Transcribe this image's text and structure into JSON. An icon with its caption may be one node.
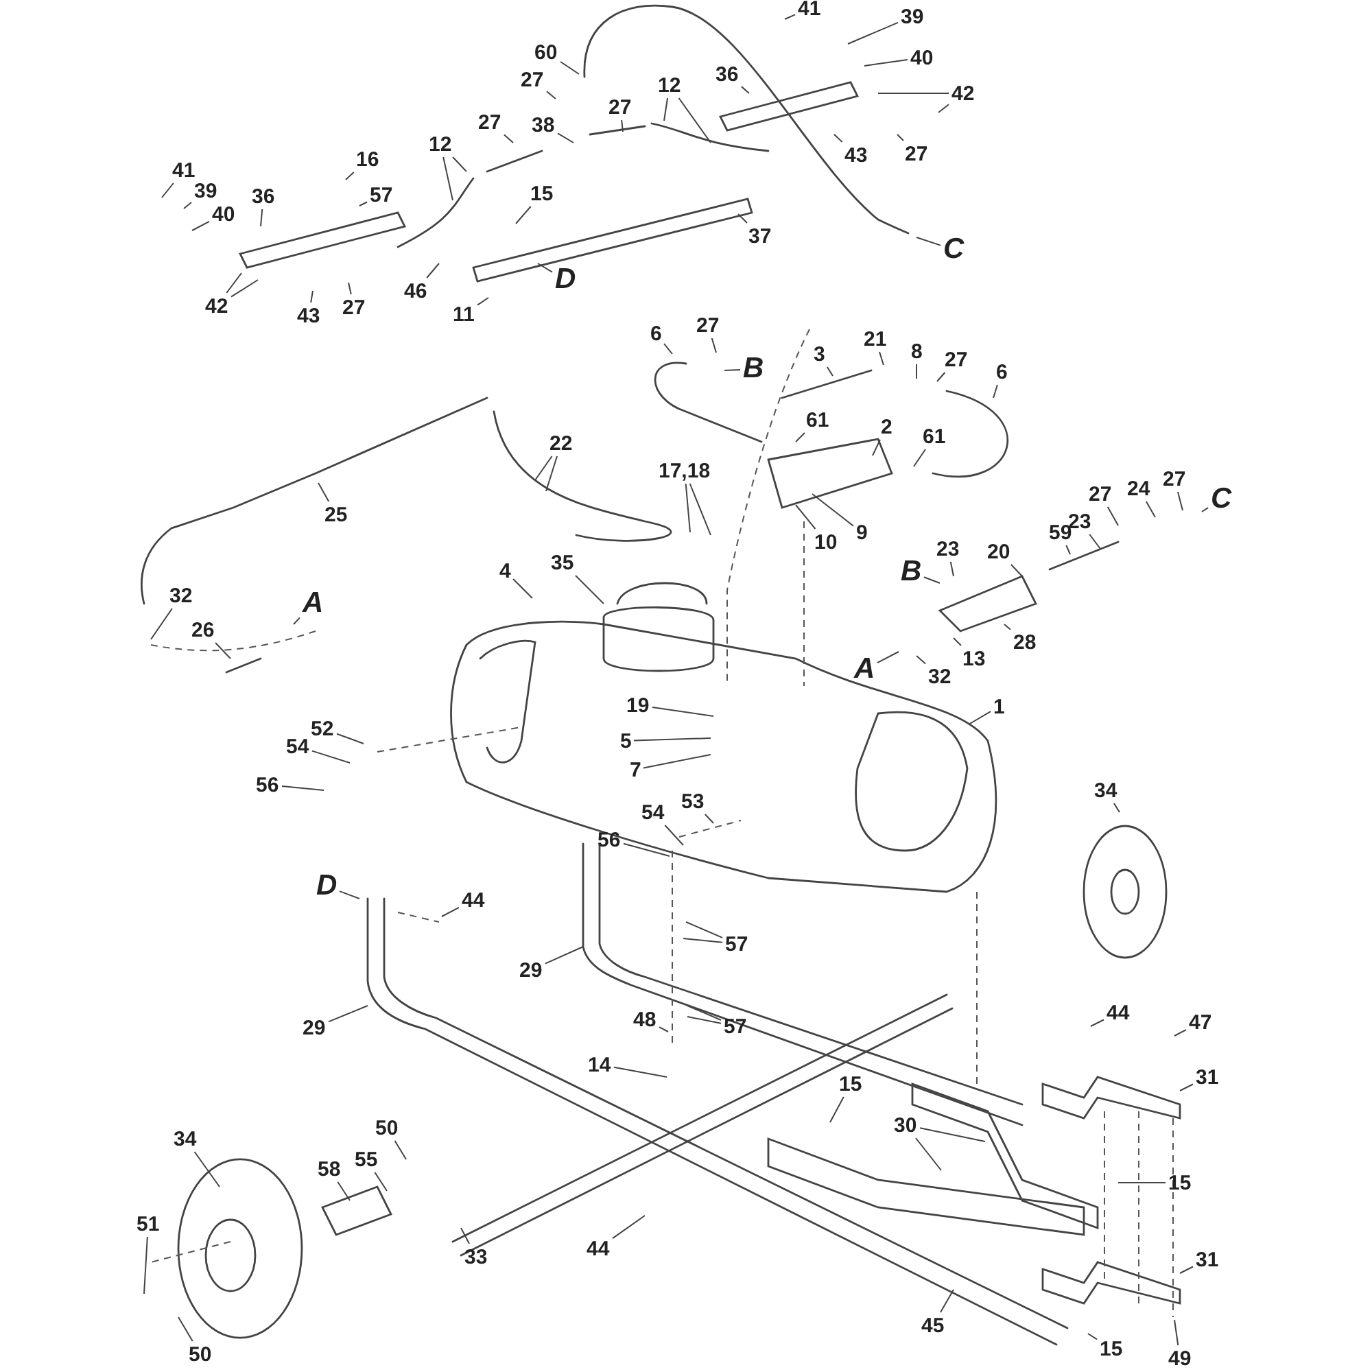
{
  "diagram": {
    "nodes": [
      {
        "text": [
          "60"
        ]
      },
      {
        "text": [
          "41"
        ]
      },
      {
        "text": [
          "39"
        ]
      },
      {
        "text": [
          "40"
        ]
      },
      {
        "text": [
          "42"
        ]
      },
      {
        "text": [
          "36"
        ]
      },
      {
        "text": [
          "27"
        ]
      },
      {
        "text": [
          "27"
        ]
      },
      {
        "text": [
          "12"
        ]
      },
      {
        "text": [
          "38"
        ]
      },
      {
        "text": [
          "27"
        ]
      },
      {
        "text": [
          "43"
        ]
      },
      {
        "text": [
          "27"
        ]
      },
      {
        "text": [
          "12"
        ]
      },
      {
        "text": [
          "16"
        ]
      },
      {
        "text": [
          "57"
        ]
      },
      {
        "text": [
          "36"
        ]
      },
      {
        "text": [
          "41"
        ]
      },
      {
        "text": [
          "39"
        ]
      },
      {
        "text": [
          "40"
        ]
      },
      {
        "text": [
          "15"
        ]
      },
      {
        "text": [
          "37"
        ]
      },
      {
        "text": [
          "C"
        ]
      },
      {
        "text": [
          "D"
        ]
      },
      {
        "text": [
          "42"
        ]
      },
      {
        "text": [
          "43"
        ]
      },
      {
        "text": [
          "27"
        ]
      },
      {
        "text": [
          "46"
        ]
      },
      {
        "text": [
          "11"
        ]
      },
      {
        "text": [
          "6"
        ]
      },
      {
        "text": [
          "27"
        ]
      },
      {
        "text": [
          "B"
        ]
      },
      {
        "text": [
          "3"
        ]
      },
      {
        "text": [
          "21"
        ]
      },
      {
        "text": [
          "8"
        ]
      },
      {
        "text": [
          "27"
        ]
      },
      {
        "text": [
          "6"
        ]
      },
      {
        "text": [
          "61"
        ]
      },
      {
        "text": [
          "2"
        ]
      },
      {
        "text": [
          "61"
        ]
      },
      {
        "text": [
          "22"
        ]
      },
      {
        "text": [
          "17,18"
        ]
      },
      {
        "text": [
          "25"
        ]
      },
      {
        "text": [
          "10"
        ]
      },
      {
        "text": [
          "9"
        ]
      },
      {
        "text": [
          "27"
        ]
      },
      {
        "text": [
          "24"
        ]
      },
      {
        "text": [
          "27"
        ]
      },
      {
        "text": [
          "C"
        ]
      },
      {
        "text": [
          "23"
        ]
      },
      {
        "text": [
          "59"
        ]
      },
      {
        "text": [
          "20"
        ]
      },
      {
        "text": [
          "23"
        ]
      },
      {
        "text": [
          "B"
        ]
      },
      {
        "text": [
          "28"
        ]
      },
      {
        "text": [
          "13"
        ]
      },
      {
        "text": [
          "32"
        ]
      },
      {
        "text": [
          "A"
        ]
      },
      {
        "text": [
          "4"
        ]
      },
      {
        "text": [
          "35"
        ]
      },
      {
        "text": [
          "32"
        ]
      },
      {
        "text": [
          "26"
        ]
      },
      {
        "text": [
          "A"
        ]
      },
      {
        "text": [
          "19"
        ]
      },
      {
        "text": [
          "5"
        ]
      },
      {
        "text": [
          "7"
        ]
      },
      {
        "text": [
          "1"
        ]
      },
      {
        "text": [
          "52"
        ]
      },
      {
        "text": [
          "54"
        ]
      },
      {
        "text": [
          "56"
        ]
      },
      {
        "text": [
          "53"
        ]
      },
      {
        "text": [
          "54"
        ]
      },
      {
        "text": [
          "56"
        ]
      },
      {
        "text": [
          "34"
        ]
      },
      {
        "text": [
          "D"
        ]
      },
      {
        "text": [
          "44"
        ]
      },
      {
        "text": [
          "57"
        ]
      },
      {
        "text": [
          "29"
        ]
      },
      {
        "text": [
          "29"
        ]
      },
      {
        "text": [
          "44"
        ]
      },
      {
        "text": [
          "47"
        ]
      },
      {
        "text": [
          "57"
        ]
      },
      {
        "text": [
          "48"
        ]
      },
      {
        "text": [
          "14"
        ]
      },
      {
        "text": [
          "31"
        ]
      },
      {
        "text": [
          "15"
        ]
      },
      {
        "text": [
          "30"
        ]
      },
      {
        "text": [
          "50"
        ]
      },
      {
        "text": [
          "34"
        ]
      },
      {
        "text": [
          "55"
        ]
      },
      {
        "text": [
          "58"
        ]
      },
      {
        "text": [
          "15"
        ]
      },
      {
        "text": [
          "51"
        ]
      },
      {
        "text": [
          "33"
        ]
      },
      {
        "text": [
          "44"
        ]
      },
      {
        "text": [
          "31"
        ]
      },
      {
        "text": [
          "45"
        ]
      },
      {
        "text": [
          "50"
        ]
      },
      {
        "text": [
          "15"
        ]
      },
      {
        "text": [
          "49"
        ]
      }
    ],
    "edges": [
      {
        "from": 0,
        "to": null,
        "arrow": "none"
      },
      {
        "from": 1,
        "to": null,
        "arrow": "none"
      },
      {
        "from": 2,
        "to": null,
        "arrow": "none"
      },
      {
        "from": 3,
        "to": null,
        "arrow": "none"
      },
      {
        "from": 4,
        "to": null,
        "arrow": "none"
      },
      {
        "from": 4,
        "to": null,
        "arrow": "none"
      },
      {
        "from": 5,
        "to": null,
        "arrow": "none"
      },
      {
        "from": 6,
        "to": null,
        "arrow": "none"
      },
      {
        "from": 7,
        "to": null,
        "arrow": "none"
      },
      {
        "from": 8,
        "to": null,
        "arrow": "none"
      },
      {
        "from": 8,
        "to": null,
        "arrow": "none"
      },
      {
        "from": 9,
        "to": null,
        "arrow": "none"
      },
      {
        "from": 10,
        "to": null,
        "arrow": "none"
      },
      {
        "from": 11,
        "to": null,
        "arrow": "none"
      },
      {
        "from": 12,
        "to": null,
        "arrow": "none"
      },
      {
        "from": 13,
        "to": null,
        "arrow": "none"
      },
      {
        "from": 13,
        "to": null,
        "arrow": "none"
      },
      {
        "from": 14,
        "to": null,
        "arrow": "none"
      },
      {
        "from": 15,
        "to": null,
        "arrow": "none"
      },
      {
        "from": 16,
        "to": null,
        "arrow": "none"
      },
      {
        "from": 17,
        "to": null,
        "arrow": "none"
      },
      {
        "from": 18,
        "to": null,
        "arrow": "none"
      },
      {
        "from": 19,
        "to": null,
        "arrow": "none"
      },
      {
        "from": 20,
        "to": null,
        "arrow": "none"
      },
      {
        "from": 21,
        "to": null,
        "arrow": "none"
      },
      {
        "from": 22,
        "to": null,
        "arrow": "none"
      },
      {
        "from": 23,
        "to": null,
        "arrow": "none"
      },
      {
        "from": 24,
        "to": null,
        "arrow": "none"
      },
      {
        "from": 24,
        "to": null,
        "arrow": "none"
      },
      {
        "from": 25,
        "to": null,
        "arrow": "none"
      },
      {
        "from": 26,
        "to": null,
        "arrow": "none"
      },
      {
        "from": 27,
        "to": null,
        "arrow": "none"
      },
      {
        "from": 28,
        "to": null,
        "arrow": "none"
      },
      {
        "from": 29,
        "to": null,
        "arrow": "none"
      },
      {
        "from": 30,
        "to": null,
        "arrow": "none"
      },
      {
        "from": 31,
        "to": null,
        "arrow": "none"
      },
      {
        "from": 32,
        "to": null,
        "arrow": "none"
      },
      {
        "from": 33,
        "to": null,
        "arrow": "none"
      },
      {
        "from": 34,
        "to": null,
        "arrow": "none"
      },
      {
        "from": 35,
        "to": null,
        "arrow": "none"
      },
      {
        "from": 36,
        "to": null,
        "arrow": "none"
      },
      {
        "from": 37,
        "to": null,
        "arrow": "none"
      },
      {
        "from": 38,
        "to": null,
        "arrow": "none"
      },
      {
        "from": 39,
        "to": null,
        "arrow": "none"
      },
      {
        "from": 40,
        "to": null,
        "arrow": "none"
      },
      {
        "from": 40,
        "to": null,
        "arrow": "none"
      },
      {
        "from": 41,
        "to": null,
        "arrow": "none"
      },
      {
        "from": 41,
        "to": null,
        "arrow": "none"
      },
      {
        "from": 42,
        "to": null,
        "arrow": "none"
      },
      {
        "from": 43,
        "to": null,
        "arrow": "none"
      },
      {
        "from": 44,
        "to": null,
        "arrow": "none"
      },
      {
        "from": 45,
        "to": null,
        "arrow": "none"
      },
      {
        "from": 46,
        "to": null,
        "arrow": "none"
      },
      {
        "from": 47,
        "to": null,
        "arrow": "none"
      },
      {
        "from": 48,
        "to": null,
        "arrow": "none"
      },
      {
        "from": 49,
        "to": null,
        "arrow": "none"
      },
      {
        "from": 50,
        "to": null,
        "arrow": "none"
      },
      {
        "from": 51,
        "to": null,
        "arrow": "none"
      },
      {
        "from": 52,
        "to": null,
        "arrow": "none"
      },
      {
        "from": 53,
        "to": null,
        "arrow": "none"
      },
      {
        "from": 54,
        "to": null,
        "arrow": "none"
      },
      {
        "from": 55,
        "to": null,
        "arrow": "none"
      },
      {
        "from": 56,
        "to": null,
        "arrow": "none"
      },
      {
        "from": 57,
        "to": null,
        "arrow": "none"
      },
      {
        "from": 58,
        "to": null,
        "arrow": "none"
      },
      {
        "from": 59,
        "to": null,
        "arrow": "none"
      },
      {
        "from": 60,
        "to": null,
        "arrow": "none"
      },
      {
        "from": 61,
        "to": null,
        "arrow": "none"
      },
      {
        "from": 62,
        "to": null,
        "arrow": "none"
      },
      {
        "from": 63,
        "to": null,
        "arrow": "none"
      },
      {
        "from": 64,
        "to": null,
        "arrow": "none"
      },
      {
        "from": 65,
        "to": null,
        "arrow": "none"
      },
      {
        "from": 66,
        "to": null,
        "arrow": "none"
      },
      {
        "from": 67,
        "to": null,
        "arrow": "none"
      },
      {
        "from": 68,
        "to": null,
        "arrow": "none"
      },
      {
        "from": 69,
        "to": null,
        "arrow": "none"
      },
      {
        "from": 70,
        "to": null,
        "arrow": "none"
      },
      {
        "from": 71,
        "to": null,
        "arrow": "none"
      },
      {
        "from": 72,
        "to": null,
        "arrow": "none"
      },
      {
        "from": 73,
        "to": null,
        "arrow": "none"
      },
      {
        "from": 74,
        "to": null,
        "arrow": "none"
      },
      {
        "from": 75,
        "to": null,
        "arrow": "none"
      },
      {
        "from": 76,
        "to": null,
        "arrow": "none"
      },
      {
        "from": 76,
        "to": null,
        "arrow": "none"
      },
      {
        "from": 77,
        "to": null,
        "arrow": "none"
      },
      {
        "from": 78,
        "to": null,
        "arrow": "none"
      },
      {
        "from": 79,
        "to": null,
        "arrow": "none"
      },
      {
        "from": 80,
        "to": null,
        "arrow": "none"
      },
      {
        "from": 81,
        "to": null,
        "arrow": "none"
      },
      {
        "from": 81,
        "to": null,
        "arrow": "none"
      },
      {
        "from": 82,
        "to": null,
        "arrow": "none"
      },
      {
        "from": 83,
        "to": null,
        "arrow": "none"
      },
      {
        "from": 84,
        "to": null,
        "arrow": "none"
      },
      {
        "from": 85,
        "to": null,
        "arrow": "none"
      },
      {
        "from": 86,
        "to": null,
        "arrow": "none"
      },
      {
        "from": 86,
        "to": null,
        "arrow": "none"
      },
      {
        "from": 87,
        "to": null,
        "arrow": "none"
      },
      {
        "from": 88,
        "to": null,
        "arrow": "none"
      },
      {
        "from": 89,
        "to": null,
        "arrow": "none"
      },
      {
        "from": 90,
        "to": null,
        "arrow": "none"
      },
      {
        "from": 91,
        "to": null,
        "arrow": "none"
      },
      {
        "from": 92,
        "to": null,
        "arrow": "none"
      },
      {
        "from": 93,
        "to": null,
        "arrow": "none"
      },
      {
        "from": 94,
        "to": null,
        "arrow": "none"
      },
      {
        "from": 95,
        "to": null,
        "arrow": "none"
      },
      {
        "from": 96,
        "to": null,
        "arrow": "none"
      },
      {
        "from": 97,
        "to": null,
        "arrow": "none"
      },
      {
        "from": 98,
        "to": null,
        "arrow": "none"
      },
      {
        "from": 99,
        "to": null,
        "arrow": "none"
      }
    ]
  }
}
